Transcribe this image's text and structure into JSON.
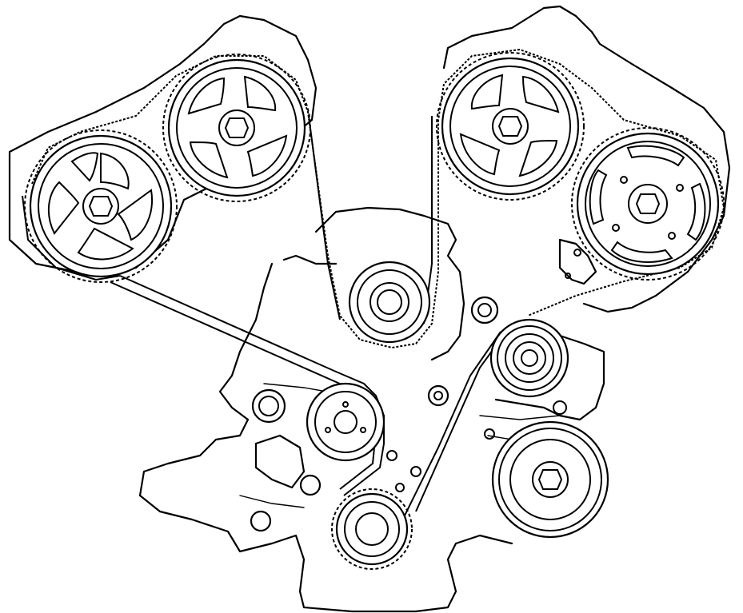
{
  "diagram": {
    "kind": "engine-timing-belt-routing",
    "line_color": "#000000",
    "background": "#ffffff",
    "components": [
      {
        "id": "cam-left-outer",
        "icon": "camshaft-sprocket"
      },
      {
        "id": "cam-left-inner",
        "icon": "camshaft-sprocket"
      },
      {
        "id": "cam-right-inner",
        "icon": "camshaft-sprocket"
      },
      {
        "id": "cam-right-outer",
        "icon": "camshaft-sprocket-slotted"
      },
      {
        "id": "center-idler",
        "icon": "idler-pulley"
      },
      {
        "id": "right-tensioner",
        "icon": "tensioner-pulley"
      },
      {
        "id": "left-idler",
        "icon": "idler-pulley"
      },
      {
        "id": "crankshaft-sprocket",
        "icon": "crank-sprocket"
      },
      {
        "id": "accessory-pulley",
        "icon": "pulley"
      },
      {
        "id": "tensioner-bracket",
        "icon": "bracket"
      }
    ]
  }
}
